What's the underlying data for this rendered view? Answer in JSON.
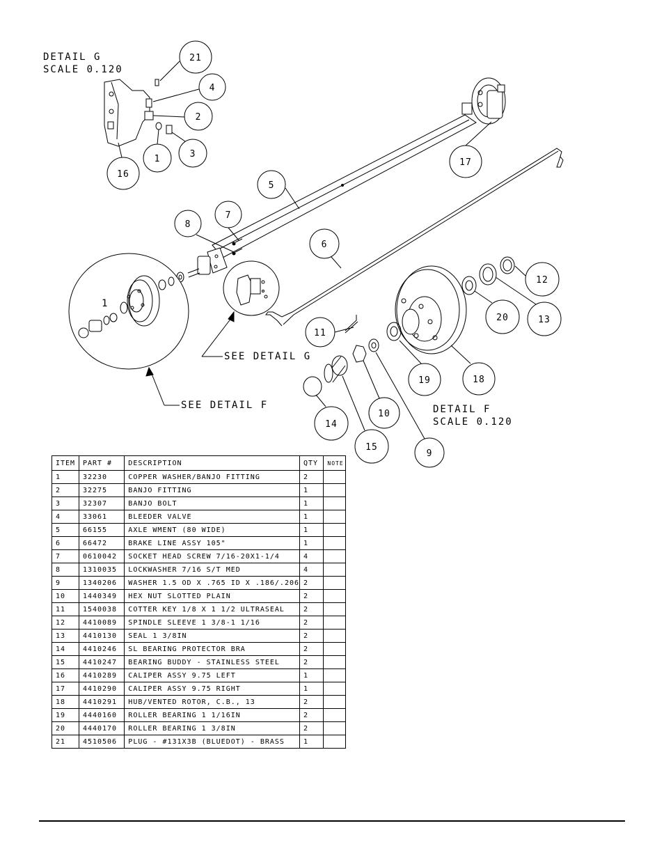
{
  "detail_g": {
    "title": "DETAIL  G",
    "scale": "SCALE  0.120",
    "callout": "SEE DETAIL  G"
  },
  "detail_f": {
    "title": "DETAIL  F",
    "scale": "SCALE  0.120",
    "callout": "SEE DETAIL  F"
  },
  "inset_mark": "1",
  "balloons": [
    "21",
    "4",
    "2",
    "3",
    "1",
    "16",
    "17",
    "5",
    "7",
    "8",
    "6",
    "11",
    "12",
    "13",
    "20",
    "19",
    "18",
    "10",
    "9",
    "14",
    "15"
  ],
  "table": {
    "headers": [
      "ITEM",
      "PART #",
      "DESCRIPTION",
      "QTY",
      "NOTE"
    ],
    "rows": [
      {
        "item": "1",
        "part": "32230",
        "desc": "COPPER WASHER/BANJO FITTING",
        "qty": "2",
        "note": ""
      },
      {
        "item": "2",
        "part": "32275",
        "desc": "BANJO FITTING",
        "qty": "1",
        "note": ""
      },
      {
        "item": "3",
        "part": "32307",
        "desc": "BANJO BOLT",
        "qty": "1",
        "note": ""
      },
      {
        "item": "4",
        "part": "33061",
        "desc": "BLEEDER VALVE",
        "qty": "1",
        "note": ""
      },
      {
        "item": "5",
        "part": "66155",
        "desc": "AXLE WMENT (80 WIDE)",
        "qty": "1",
        "note": ""
      },
      {
        "item": "6",
        "part": "66472",
        "desc": "BRAKE LINE ASSY 105\"",
        "qty": "1",
        "note": ""
      },
      {
        "item": "7",
        "part": "0610042",
        "desc": "SOCKET HEAD SCREW 7/16-20X1-1/4",
        "qty": "4",
        "note": ""
      },
      {
        "item": "8",
        "part": "1310035",
        "desc": "LOCKWASHER 7/16 S/T MED",
        "qty": "4",
        "note": ""
      },
      {
        "item": "9",
        "part": "1340206",
        "desc": "WASHER 1.5 OD X .765 ID X .186/.206",
        "qty": "2",
        "note": ""
      },
      {
        "item": "10",
        "part": "1440349",
        "desc": "HEX NUT SLOTTED PLAIN",
        "qty": "2",
        "note": ""
      },
      {
        "item": "11",
        "part": "1540038",
        "desc": "COTTER KEY 1/8 X 1 1/2 ULTRASEAL",
        "qty": "2",
        "note": ""
      },
      {
        "item": "12",
        "part": "4410089",
        "desc": "SPINDLE SLEEVE  1 3/8-1 1/16",
        "qty": "2",
        "note": ""
      },
      {
        "item": "13",
        "part": "4410130",
        "desc": "SEAL  1 3/8IN",
        "qty": "2",
        "note": ""
      },
      {
        "item": "14",
        "part": "4410246",
        "desc": "SL BEARING PROTECTOR BRA",
        "qty": "2",
        "note": ""
      },
      {
        "item": "15",
        "part": "4410247",
        "desc": "BEARING BUDDY - STAINLESS STEEL",
        "qty": "2",
        "note": ""
      },
      {
        "item": "16",
        "part": "4410289",
        "desc": "CALIPER ASSY 9.75 LEFT",
        "qty": "1",
        "note": ""
      },
      {
        "item": "17",
        "part": "4410290",
        "desc": "CALIPER ASSY 9.75 RIGHT",
        "qty": "1",
        "note": ""
      },
      {
        "item": "18",
        "part": "4410291",
        "desc": "HUB/VENTED ROTOR, C.B.,  13",
        "qty": "2",
        "note": ""
      },
      {
        "item": "19",
        "part": "4440160",
        "desc": "ROLLER BEARING  1 1/16IN",
        "qty": "2",
        "note": ""
      },
      {
        "item": "20",
        "part": "4440170",
        "desc": "ROLLER BEARING  1 3/8IN",
        "qty": "2",
        "note": ""
      },
      {
        "item": "21",
        "part": "4510506",
        "desc": "PLUG - #131X3B (BLUEDOT) - BRASS",
        "qty": "1",
        "note": ""
      }
    ]
  }
}
